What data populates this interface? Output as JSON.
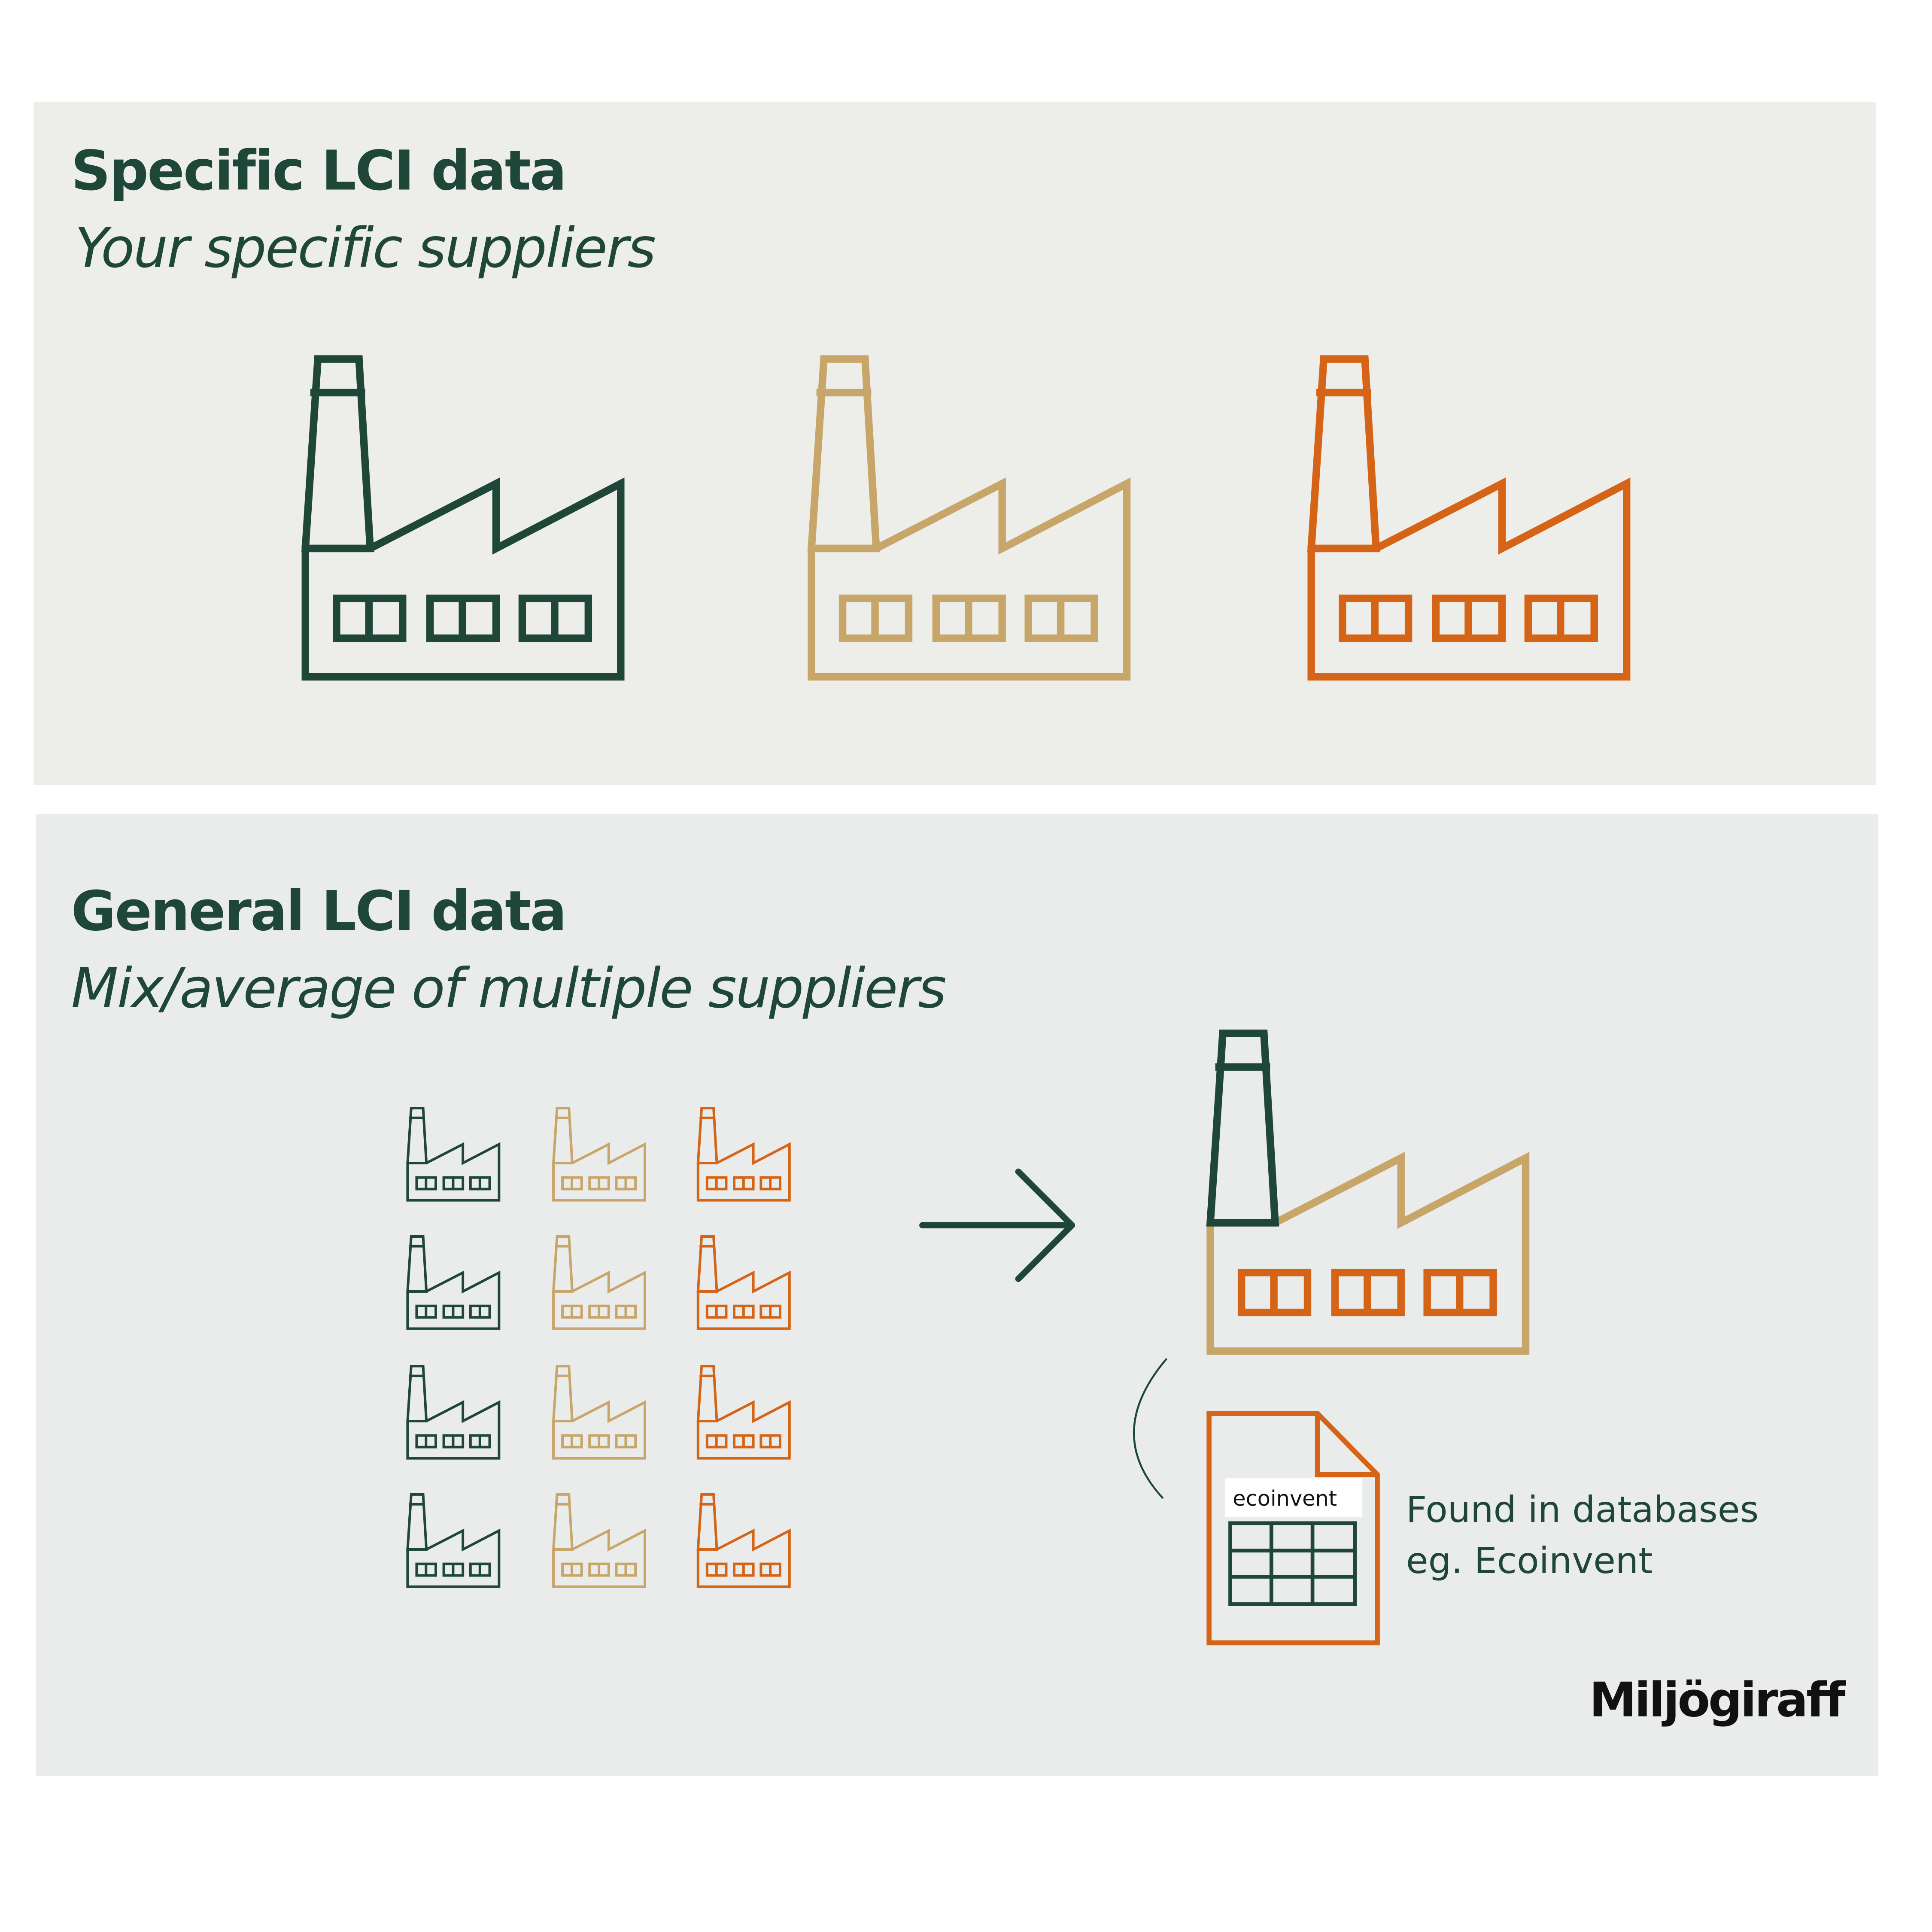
{
  "colors": {
    "dark_green": "#1e4639",
    "tan": "#c8a66a",
    "orange": "#d56417",
    "panel_top": "#edeee9",
    "panel_bottom": "#e9ecea"
  },
  "specific": {
    "title": "Specific LCI data",
    "subtitle": "Your specific suppliers"
  },
  "general": {
    "title": "General LCI data",
    "subtitle": "Mix/average of multiple suppliers"
  },
  "database_note": {
    "line1": "Found in databases",
    "line2": "eg. Ecoinvent",
    "doc_label": "ecoinvent"
  },
  "brand": "Miljögiraff"
}
